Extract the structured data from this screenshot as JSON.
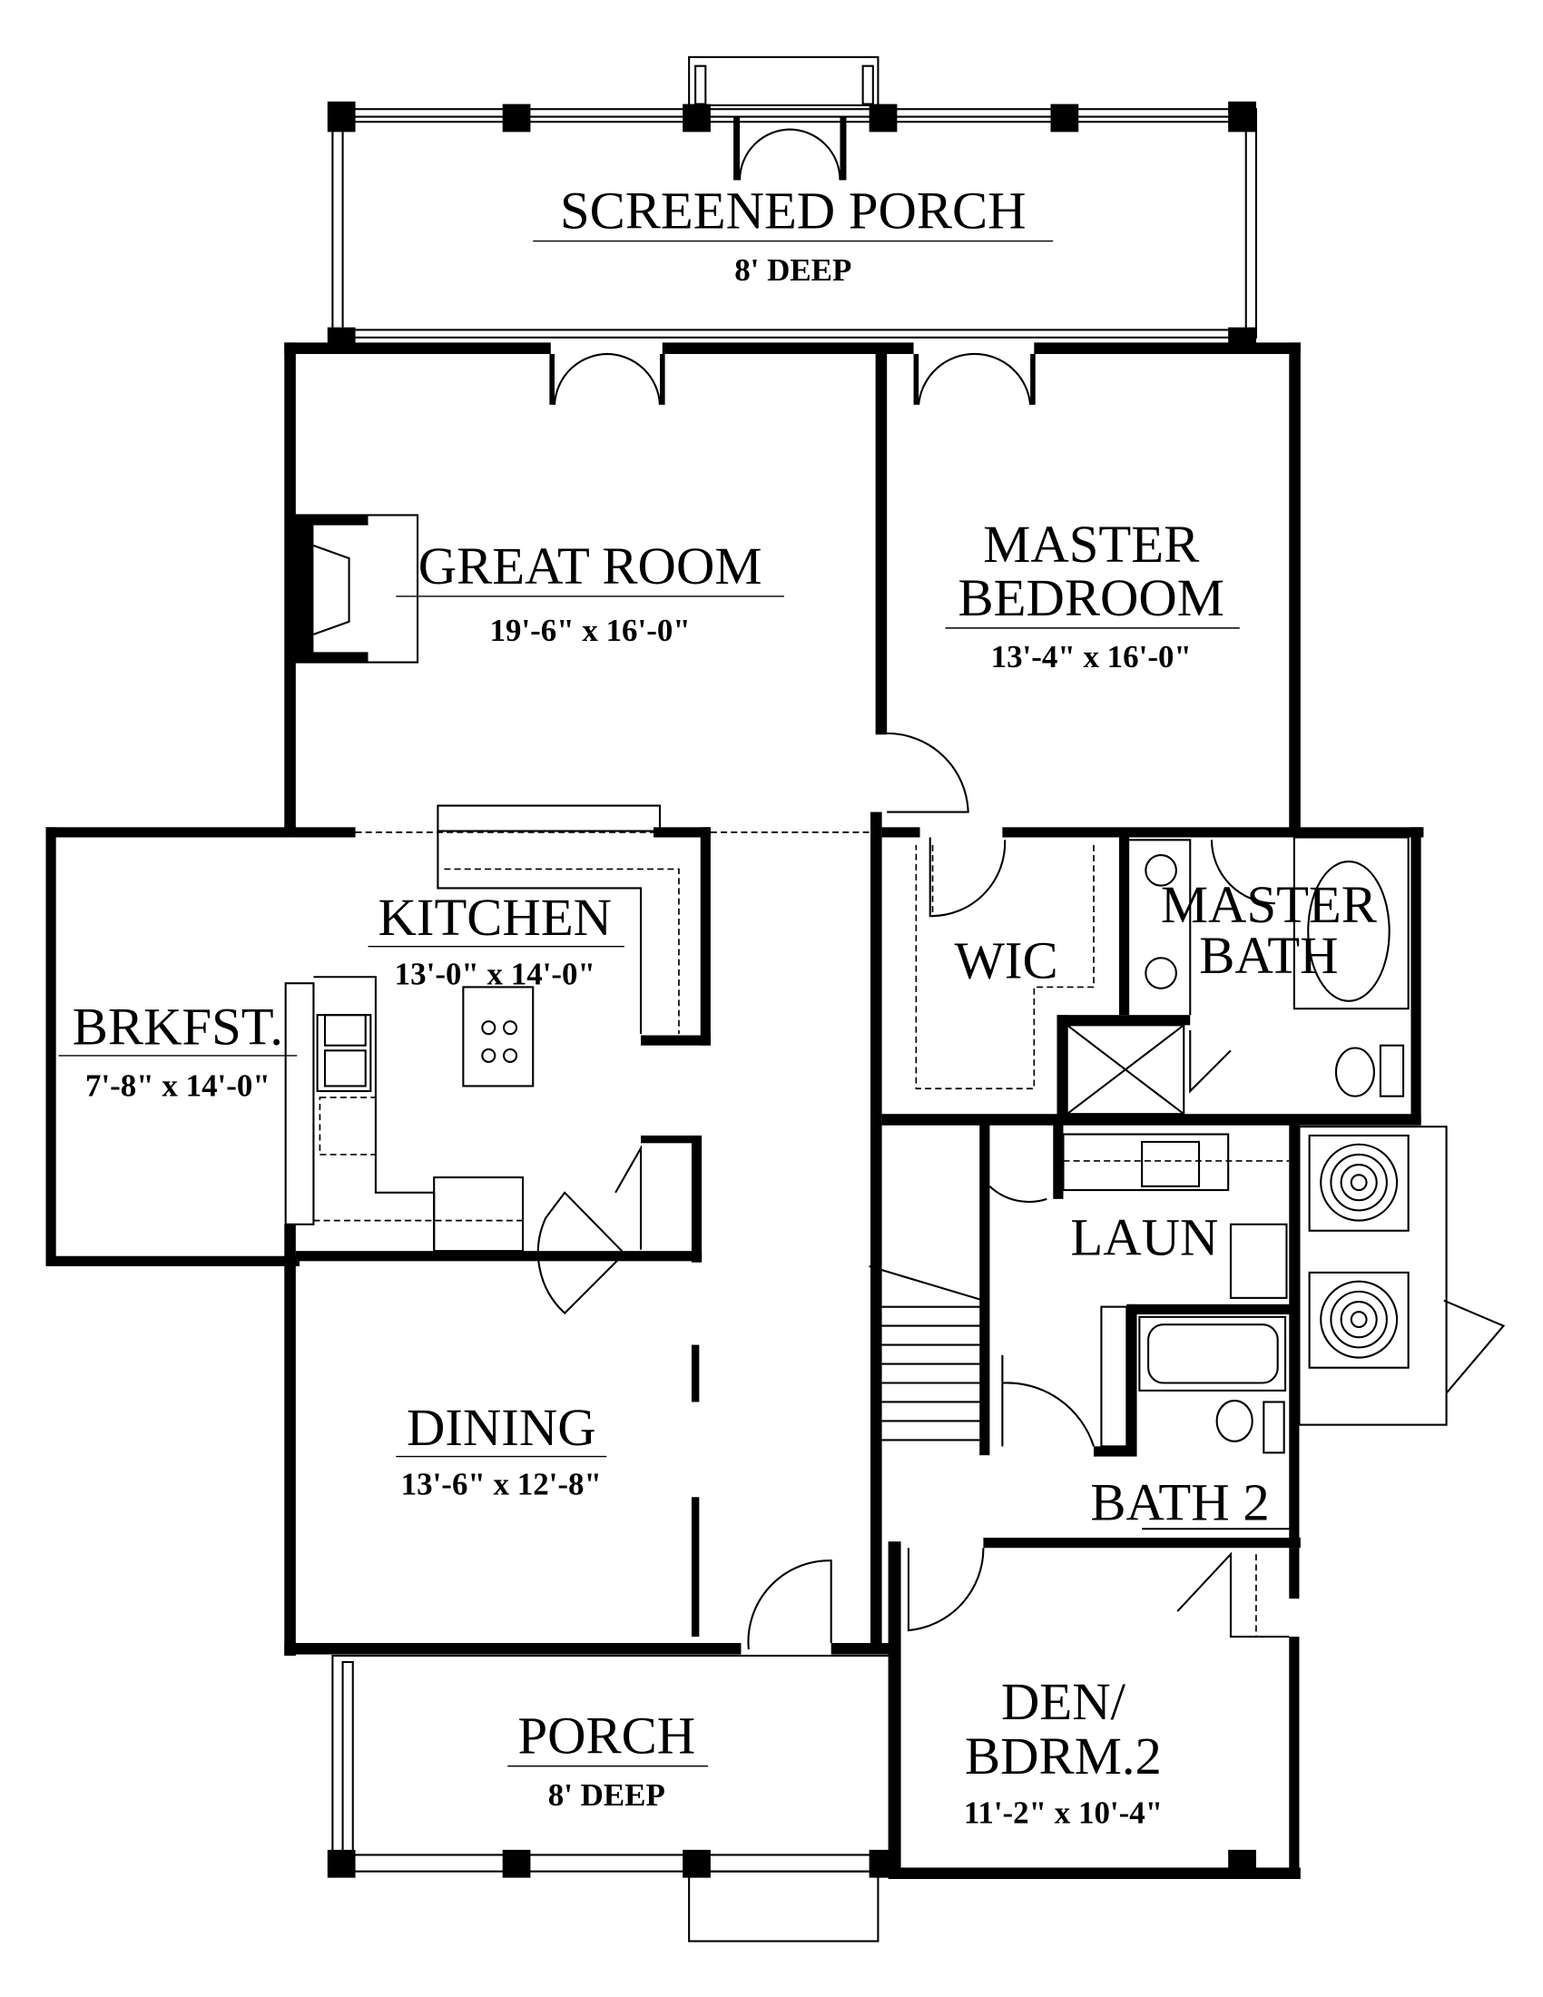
{
  "plan": {
    "rooms": [
      {
        "id": "screened-porch",
        "name": "SCREENED PORCH",
        "size": "8' DEEP"
      },
      {
        "id": "great-room",
        "name": "GREAT ROOM",
        "size": "19'-6\" x 16'-0\""
      },
      {
        "id": "master-bedroom",
        "name_line1": "MASTER",
        "name_line2": "BEDROOM",
        "size": "13'-4\" x 16'-0\""
      },
      {
        "id": "kitchen",
        "name": "KITCHEN",
        "size": "13'-0\" x 14'-0\""
      },
      {
        "id": "breakfast",
        "name": "BRKFST.",
        "size": "7'-8\" x 14'-0\""
      },
      {
        "id": "wic",
        "name": "WIC"
      },
      {
        "id": "master-bath",
        "name_line1": "MASTER",
        "name_line2": "BATH"
      },
      {
        "id": "laundry",
        "name": "LAUN"
      },
      {
        "id": "dining",
        "name": "DINING",
        "size": "13'-6\" x 12'-8\""
      },
      {
        "id": "bath-2",
        "name": "BATH 2"
      },
      {
        "id": "den",
        "name_line1": "DEN/",
        "name_line2": "BDRM.2",
        "size": "11'-2\" x 10'-4\""
      },
      {
        "id": "porch",
        "name": "PORCH",
        "size": "8' DEEP"
      }
    ]
  }
}
